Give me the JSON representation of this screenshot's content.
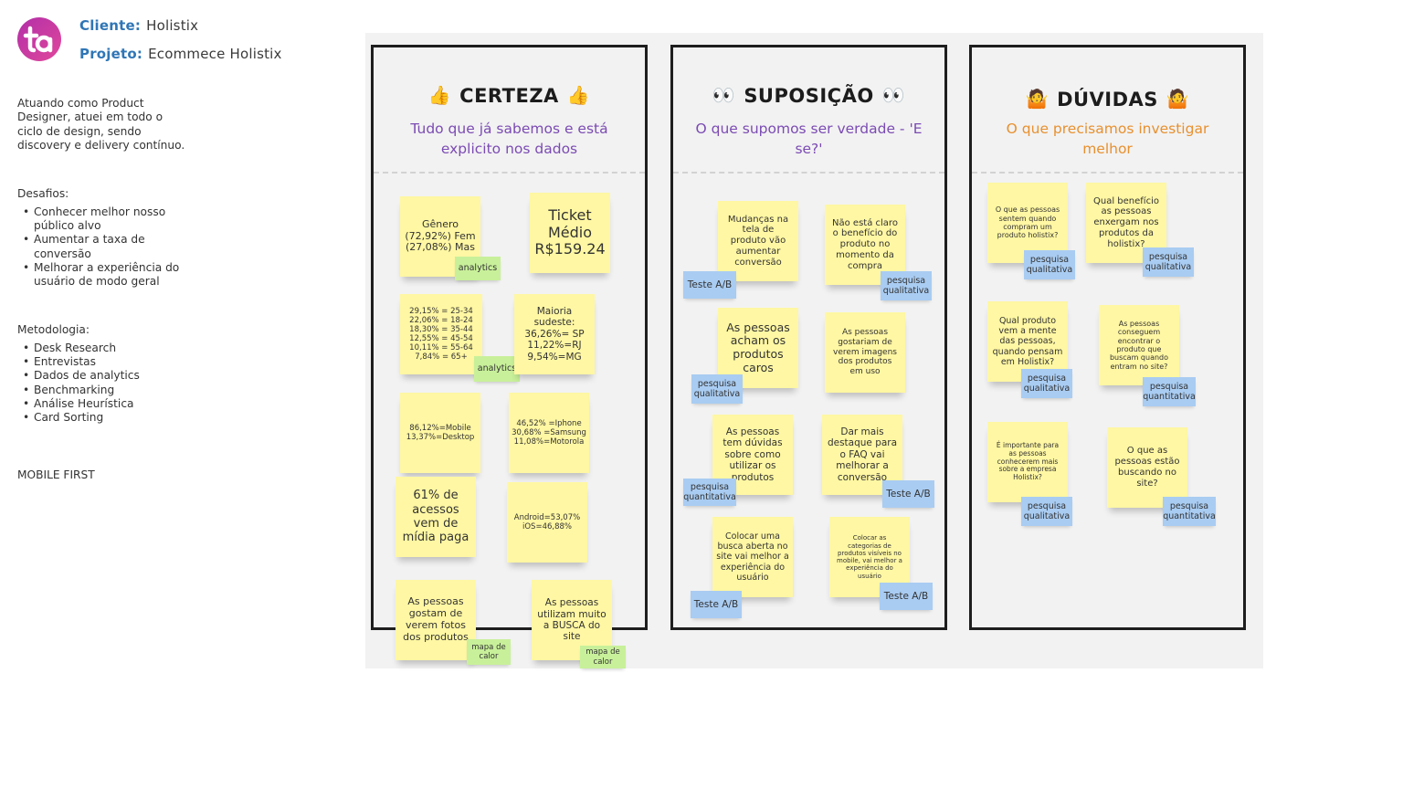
{
  "project": {
    "client_label": "Cliente:",
    "client_value": "Holistix",
    "project_label": "Projeto:",
    "project_value": "Ecommece Holistix"
  },
  "intro": "Atuando como Product Designer, atuei em todo o ciclo de design, sendo discovery e delivery contínuo.",
  "challenges": {
    "title": "Desafios:",
    "items": [
      "Conhecer melhor nosso público alvo",
      "Aumentar a taxa de conversão",
      "Melhorar a experiência do usuário de modo geral"
    ]
  },
  "methodology": {
    "title": "Metodologia:",
    "items": [
      "Desk Research",
      "Entrevistas",
      "Dados de analytics",
      "Benchmarking",
      "Análise Heurística",
      "Card Sorting"
    ]
  },
  "mobile_first": "MOBILE FIRST",
  "columns": [
    {
      "title": "CERTEZA",
      "emoji": "👍",
      "subtitle": "Tudo que já sabemos e está explicito nos dados",
      "subtitle_color": "#7b4bb3",
      "notes": [
        {
          "text": "Gênero\n(72,92%) Fem\n(27,08%) Mas"
        },
        {
          "text": "Ticket\nMédio\nR$159.24"
        },
        {
          "text": "29,15% = 25-34\n22,06% = 18-24\n18,30% = 35-44\n12,55% = 45-54\n10,11% = 55-64\n7,84% = 65+"
        },
        {
          "text": "Maioria\nsudeste:\n36,26%= SP\n11,22%=RJ\n9,54%=MG"
        },
        {
          "text": "86,12%=Mobile\n13,37%=Desktop"
        },
        {
          "text": "46,52% =Iphone\n30,68% =Samsung\n11,08%=Motorola"
        },
        {
          "text": "61% de\nacessos\nvem de\nmídia paga"
        },
        {
          "text": "Android=53,07%\niOS=46,88%"
        },
        {
          "text": "As pessoas\ngostam de\nverem fotos\ndos produtos"
        },
        {
          "text": "As pessoas\nutilizam muito\na BUSCA do\nsite"
        }
      ],
      "tags": [
        {
          "text": "analytics"
        },
        {
          "text": "analytics"
        },
        {
          "text": "mapa de\ncalor"
        },
        {
          "text": "mapa de\ncalor"
        }
      ]
    },
    {
      "title": "SUPOSIÇÃO",
      "emoji": "👀",
      "subtitle": "O que supomos ser verdade - 'E se?'",
      "subtitle_color": "#7b4bb3",
      "notes": [
        {
          "text": "Mudanças na\ntela de\nproduto vão\naumentar\nconversão"
        },
        {
          "text": "Não está claro\no benefício do\nproduto no\nmomento da\ncompra"
        },
        {
          "text": "As pessoas\nacham os\nprodutos\ncaros"
        },
        {
          "text": "As pessoas\ngostariam de\nverem imagens\ndos produtos\nem uso"
        },
        {
          "text": "As pessoas\ntem dúvidas\nsobre como\nutilizar os\nprodutos"
        },
        {
          "text": "Dar mais\ndestaque para\no FAQ vai\nmelhorar a\nconversão"
        },
        {
          "text": "Colocar uma\nbusca aberta no\nsite vai melhor a\nexperiência do\nusuário"
        },
        {
          "text": "Colocar as\ncategorias de\nprodutos visíveis no\nmobile, vai melhor a\nexperiência do\nusuário"
        }
      ],
      "tags": [
        {
          "text": "Teste A/B"
        },
        {
          "text": "pesquisa\nqualitativa"
        },
        {
          "text": "pesquisa\nqualitativa"
        },
        {
          "text": "pesquisa\nquantitativa"
        },
        {
          "text": "Teste A/B"
        },
        {
          "text": "Teste A/B"
        },
        {
          "text": "Teste A/B"
        }
      ]
    },
    {
      "title": "DÚVIDAS",
      "emoji": "🤷",
      "subtitle": "O que precisamos investigar melhor",
      "subtitle_color": "#e8902e",
      "notes": [
        {
          "text": "O que as pessoas\nsentem quando\ncompram um\nproduto holistix?"
        },
        {
          "text": "Qual benefício\nas pessoas\nenxergam nos\nprodutos da\nholistix?"
        },
        {
          "text": "Qual produto\nvem a mente\ndas pessoas,\nquando pensam\nem Holistix?"
        },
        {
          "text": "As pessoas\nconseguem\nencontrar o\nproduto que\nbuscam quando\nentram no site?"
        },
        {
          "text": "É importante para\nas pessoas\nconhecerem mais\nsobre a empresa\nHolistix?"
        },
        {
          "text": "O que as\npessoas estão\nbuscando no\nsite?"
        }
      ],
      "tags": [
        {
          "text": "pesquisa\nqualitativa"
        },
        {
          "text": "pesquisa\nqualitativa"
        },
        {
          "text": "pesquisa\nqualitativa"
        },
        {
          "text": "pesquisa\nquantitativa"
        },
        {
          "text": "pesquisa\nqualitativa"
        },
        {
          "text": "pesquisa\nquantitativa"
        }
      ]
    }
  ]
}
